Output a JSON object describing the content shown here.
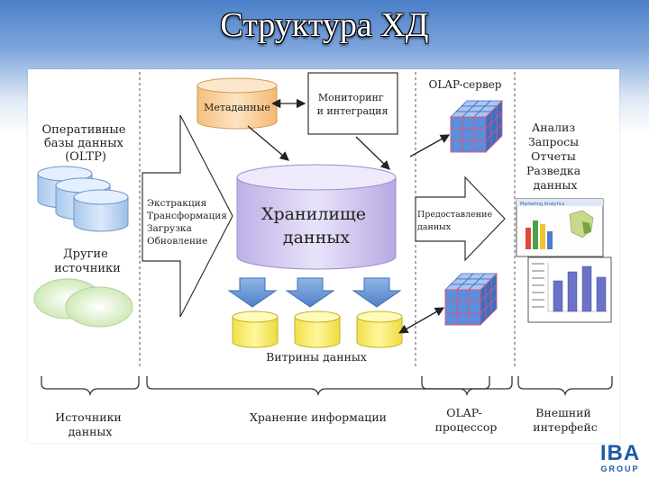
{
  "title": "Структура ХД",
  "sources": {
    "oltp": [
      "Оперативные",
      "базы данных",
      "(OLTP)"
    ],
    "other": [
      "Другие",
      "источники"
    ]
  },
  "etl": [
    "Экстракция",
    "Трансформация",
    "Загрузка",
    "Обновление"
  ],
  "metadata": "Метаданные",
  "monitoring": [
    "Мониторинг",
    "и интеграция"
  ],
  "warehouse": [
    "Хранилище",
    "данных"
  ],
  "marts": "Витрины данных",
  "olap_server": "OLAP-сервер",
  "delivery": [
    "Предоставление",
    "данных"
  ],
  "frontend_items": [
    "Анализ",
    "Запросы",
    "Отчеты",
    "Разведка",
    "данных"
  ],
  "thumb_title": "Marketing Analytics",
  "bottom": {
    "sources": [
      "Источники",
      "данных"
    ],
    "storage": "Хранение информации",
    "olap": [
      "OLAP-",
      "процессор"
    ],
    "frontend": [
      "Внешний",
      "интерфейс"
    ]
  },
  "logo": {
    "main": "IBA",
    "sub": "GROUP"
  },
  "colors": {
    "cylinder_blue": "#b9d4f2",
    "cylinder_yellow": "#fff27a",
    "warehouse_purple": "#cfc4ec",
    "metadata_orange": "#fbd5a4",
    "arrow_blue": "#7aa6dc",
    "cube_blue": "#4f86d8"
  }
}
